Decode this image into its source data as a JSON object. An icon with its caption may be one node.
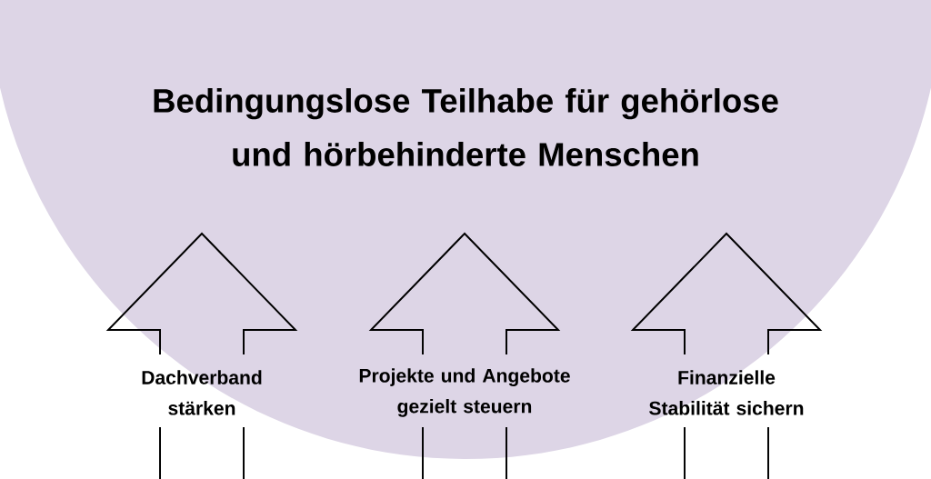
{
  "diagram": {
    "nodes": [
      {
        "text": [
          "Bedingungslose Teilhabe für gehörlose und hörbehinderte Menschen"
        ]
      },
      {
        "text": [
          "Dachverband stärken"
        ]
      },
      {
        "text": [
          "Projekte und Angebote gezielt steuern"
        ]
      },
      {
        "text": [
          "Finanzielle Stabilität sichern"
        ]
      }
    ]
  }
}
